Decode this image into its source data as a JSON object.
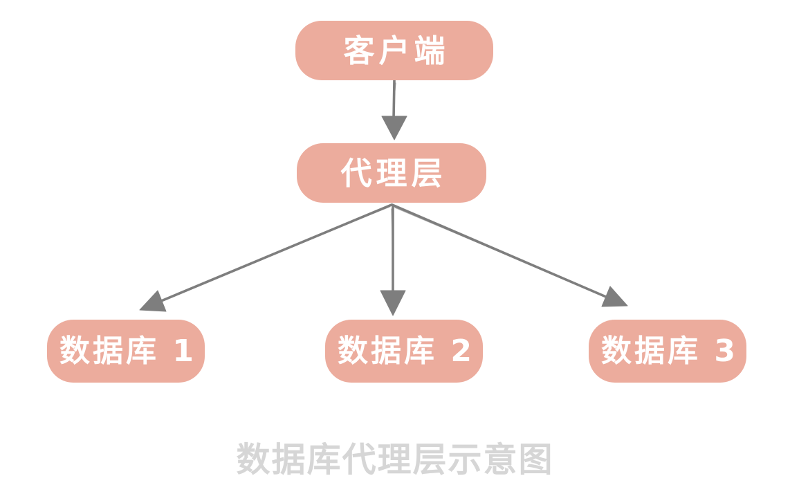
{
  "diagram": {
    "type": "flowchart",
    "caption": "数据库代理层示意图",
    "nodes": [
      {
        "id": "client",
        "label": "客户端"
      },
      {
        "id": "proxy",
        "label": "代理层"
      },
      {
        "id": "db1",
        "label": "数据库 1"
      },
      {
        "id": "db2",
        "label": "数据库 2"
      },
      {
        "id": "db3",
        "label": "数据库 3"
      }
    ],
    "edges": [
      {
        "from": "client",
        "to": "proxy"
      },
      {
        "from": "proxy",
        "to": "db1"
      },
      {
        "from": "proxy",
        "to": "db2"
      },
      {
        "from": "proxy",
        "to": "db3"
      }
    ],
    "colors": {
      "node_fill": "#ECAC9D",
      "node_text": "#FFFFFF",
      "arrow": "#7E7E7E",
      "caption": "#D6D6D6",
      "background": "#FFFFFF"
    }
  }
}
